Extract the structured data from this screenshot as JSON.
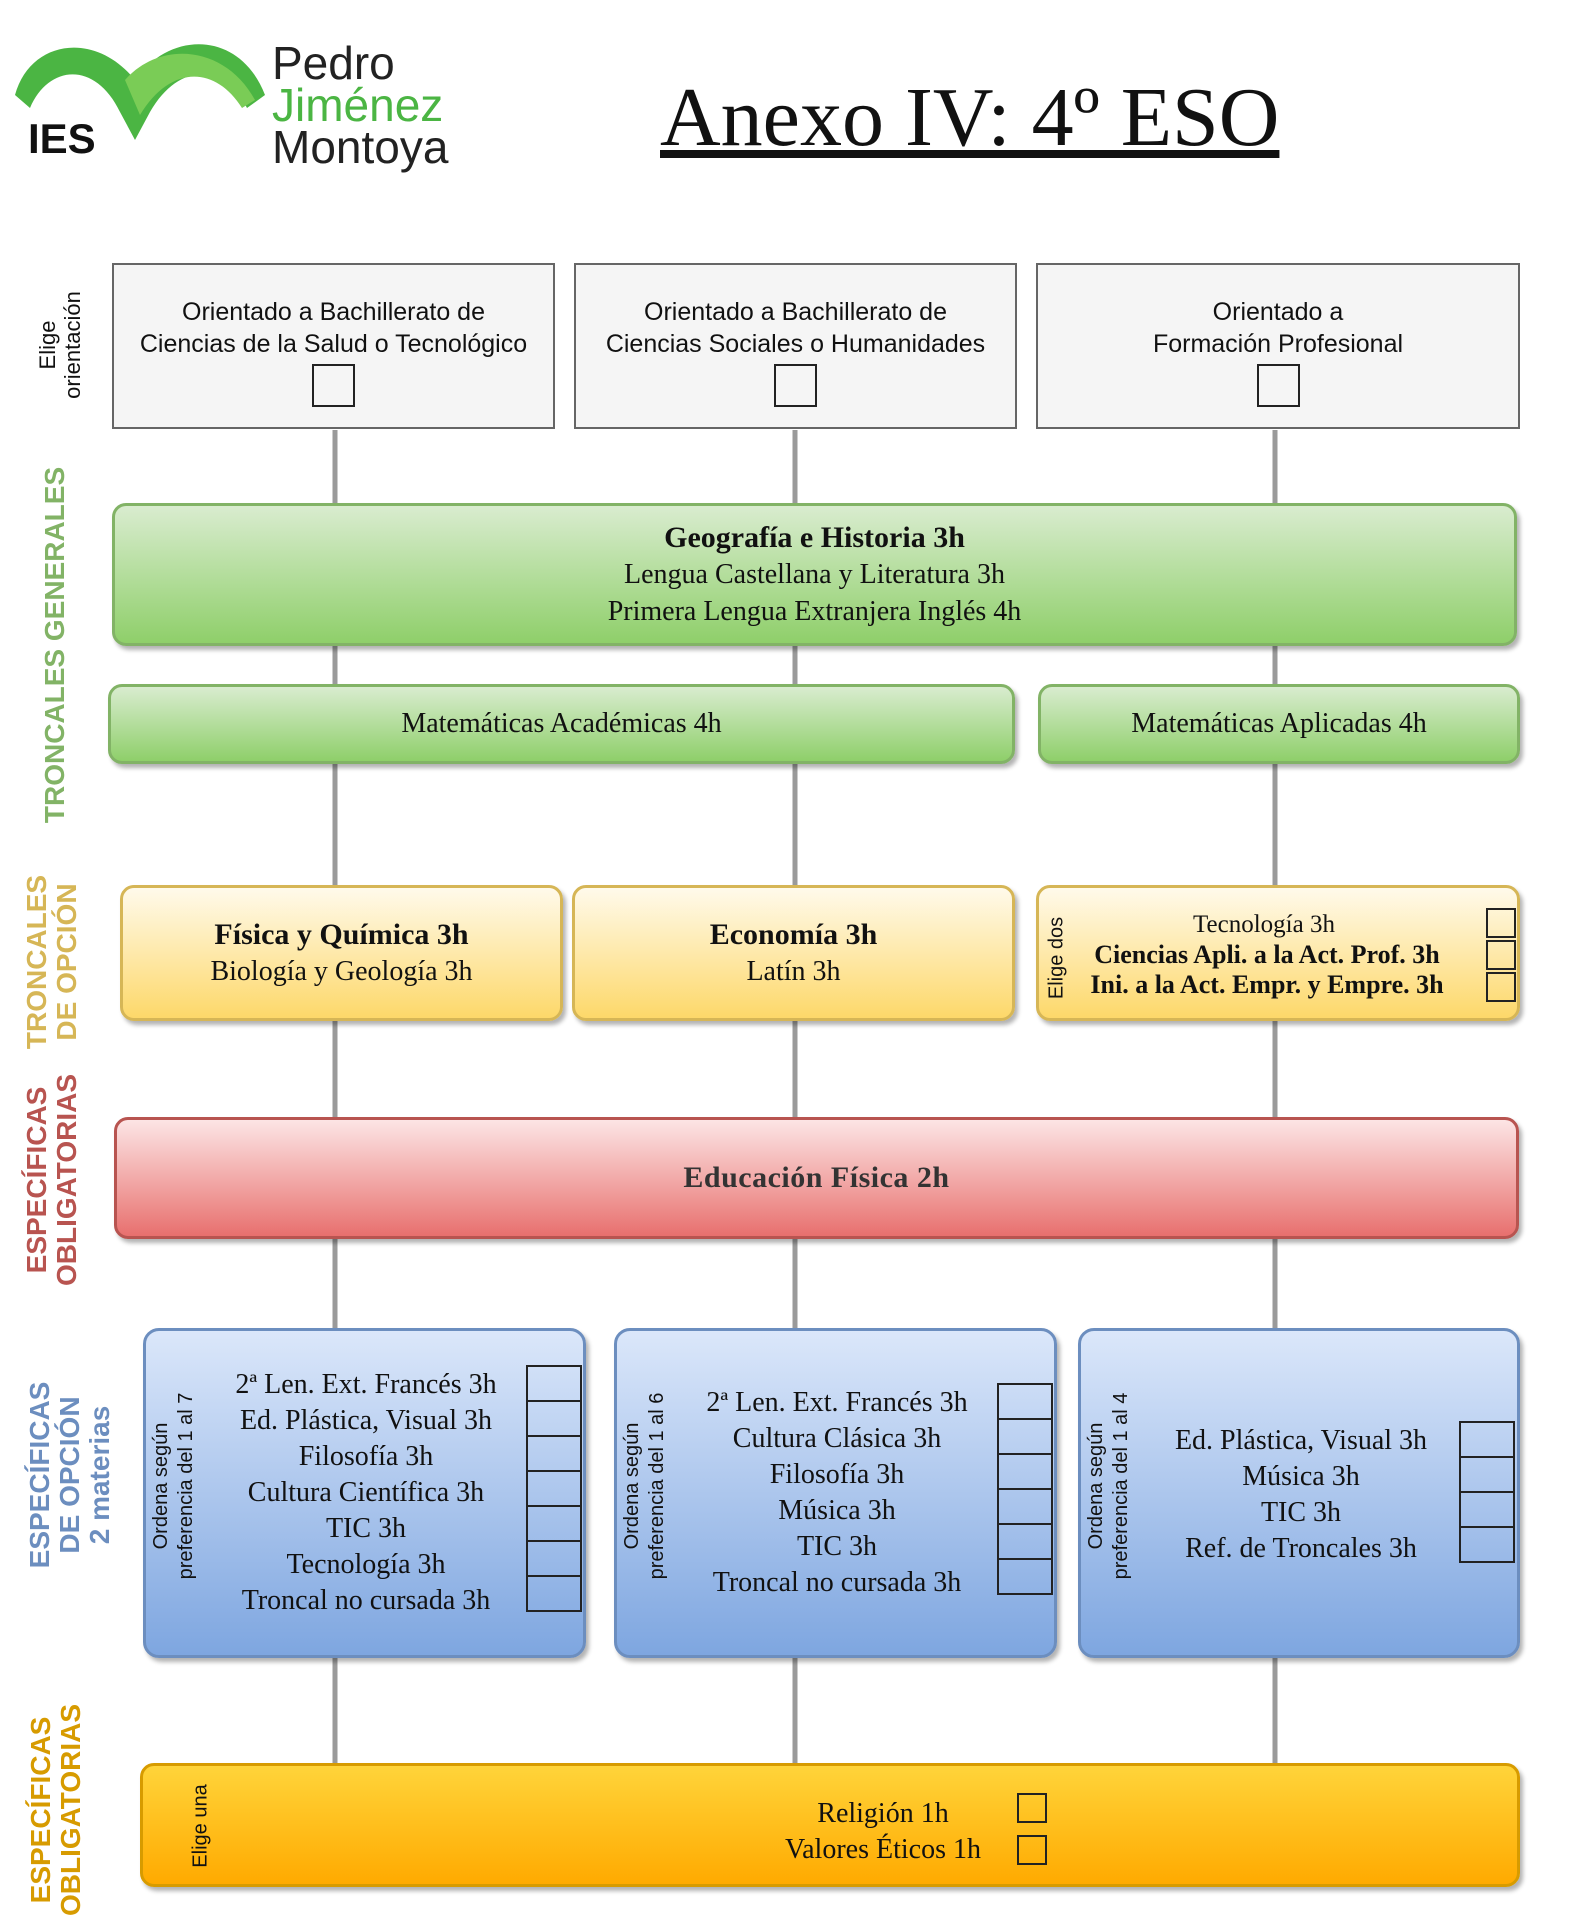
{
  "logo": {
    "initials": "IES",
    "line1": "Pedro",
    "line2": "Jiménez",
    "line3": "Montoya"
  },
  "title": "Anexo IV: 4º ESO",
  "side_labels": {
    "orientation": [
      "Elige",
      "orientación"
    ],
    "troncales_generales": "TRONCALES GENERALES",
    "troncales_opcion": [
      "TRONCALES",
      "DE OPCIÓN"
    ],
    "especificas_obligatorias_1": [
      "ESPECÍFICAS",
      "OBLIGATORIAS"
    ],
    "especificas_opcion": [
      "ESPECÍFICAS",
      "DE OPCIÓN",
      "2 materias"
    ],
    "especificas_obligatorias_2": [
      "ESPECÍFICAS",
      "OBLIGATORIAS"
    ]
  },
  "orientations": [
    {
      "line1": "Orientado a Bachillerato de",
      "line2": "Ciencias de la Salud o Tecnológico"
    },
    {
      "line1": "Orientado a Bachillerato de",
      "line2": "Ciencias Sociales o Humanidades"
    },
    {
      "line1": "Orientado a",
      "line2": "Formación Profesional"
    }
  ],
  "troncales_generales": {
    "bold": "Geografía e Historia 3h",
    "line2": "Lengua Castellana y Literatura 3h",
    "line3": "Primera Lengua Extranjera Inglés 4h"
  },
  "matematicas": {
    "academicas": "Matemáticas Académicas 4h",
    "aplicadas": "Matemáticas Aplicadas 4h"
  },
  "troncales_opcion": {
    "col1": {
      "bold": "Física y Química 3h",
      "line2": "Biología y Geología 3h"
    },
    "col2": {
      "bold": "Economía 3h",
      "line2": "Latín 3h"
    },
    "col3": {
      "side": "Elige dos",
      "line1": "Tecnología 3h",
      "line2": "Ciencias Apli. a la Act. Prof. 3h",
      "line3": "Ini. a la Act. Empr. y Empre. 3h"
    }
  },
  "educacion_fisica": "Educación Física 2h",
  "especificas_opcion": {
    "col1": {
      "side": [
        "Ordena según",
        "preferencia del 1 al 7"
      ],
      "items": [
        "2ª Len. Ext. Francés 3h",
        "Ed. Plástica, Visual 3h",
        "Filosofía 3h",
        "Cultura Científica 3h",
        "TIC 3h",
        "Tecnología 3h",
        "Troncal no cursada 3h"
      ]
    },
    "col2": {
      "side": [
        "Ordena según",
        "preferencia del 1 al 6"
      ],
      "items": [
        "2ª Len. Ext. Francés 3h",
        "Cultura Clásica 3h",
        "Filosofía 3h",
        "Música 3h",
        "TIC 3h",
        "Troncal no cursada 3h"
      ]
    },
    "col3": {
      "side": [
        "Ordena según",
        "preferencia del 1 al 4"
      ],
      "items": [
        "Ed. Plástica, Visual 3h",
        "Música 3h",
        "TIC 3h",
        "Ref. de Troncales 3h"
      ]
    }
  },
  "religion": {
    "side": "Elige una",
    "line1": "Religión 1h",
    "line2": "Valores Éticos 1h"
  },
  "colors": {
    "logo_green": "#4bb543",
    "green_label": "#82b366",
    "yellow_label": "#d6b656",
    "red_label": "#b85450",
    "blue_label": "#6c8ebf",
    "orange_label": "#d79b00",
    "connector": "#9a9a9a"
  }
}
